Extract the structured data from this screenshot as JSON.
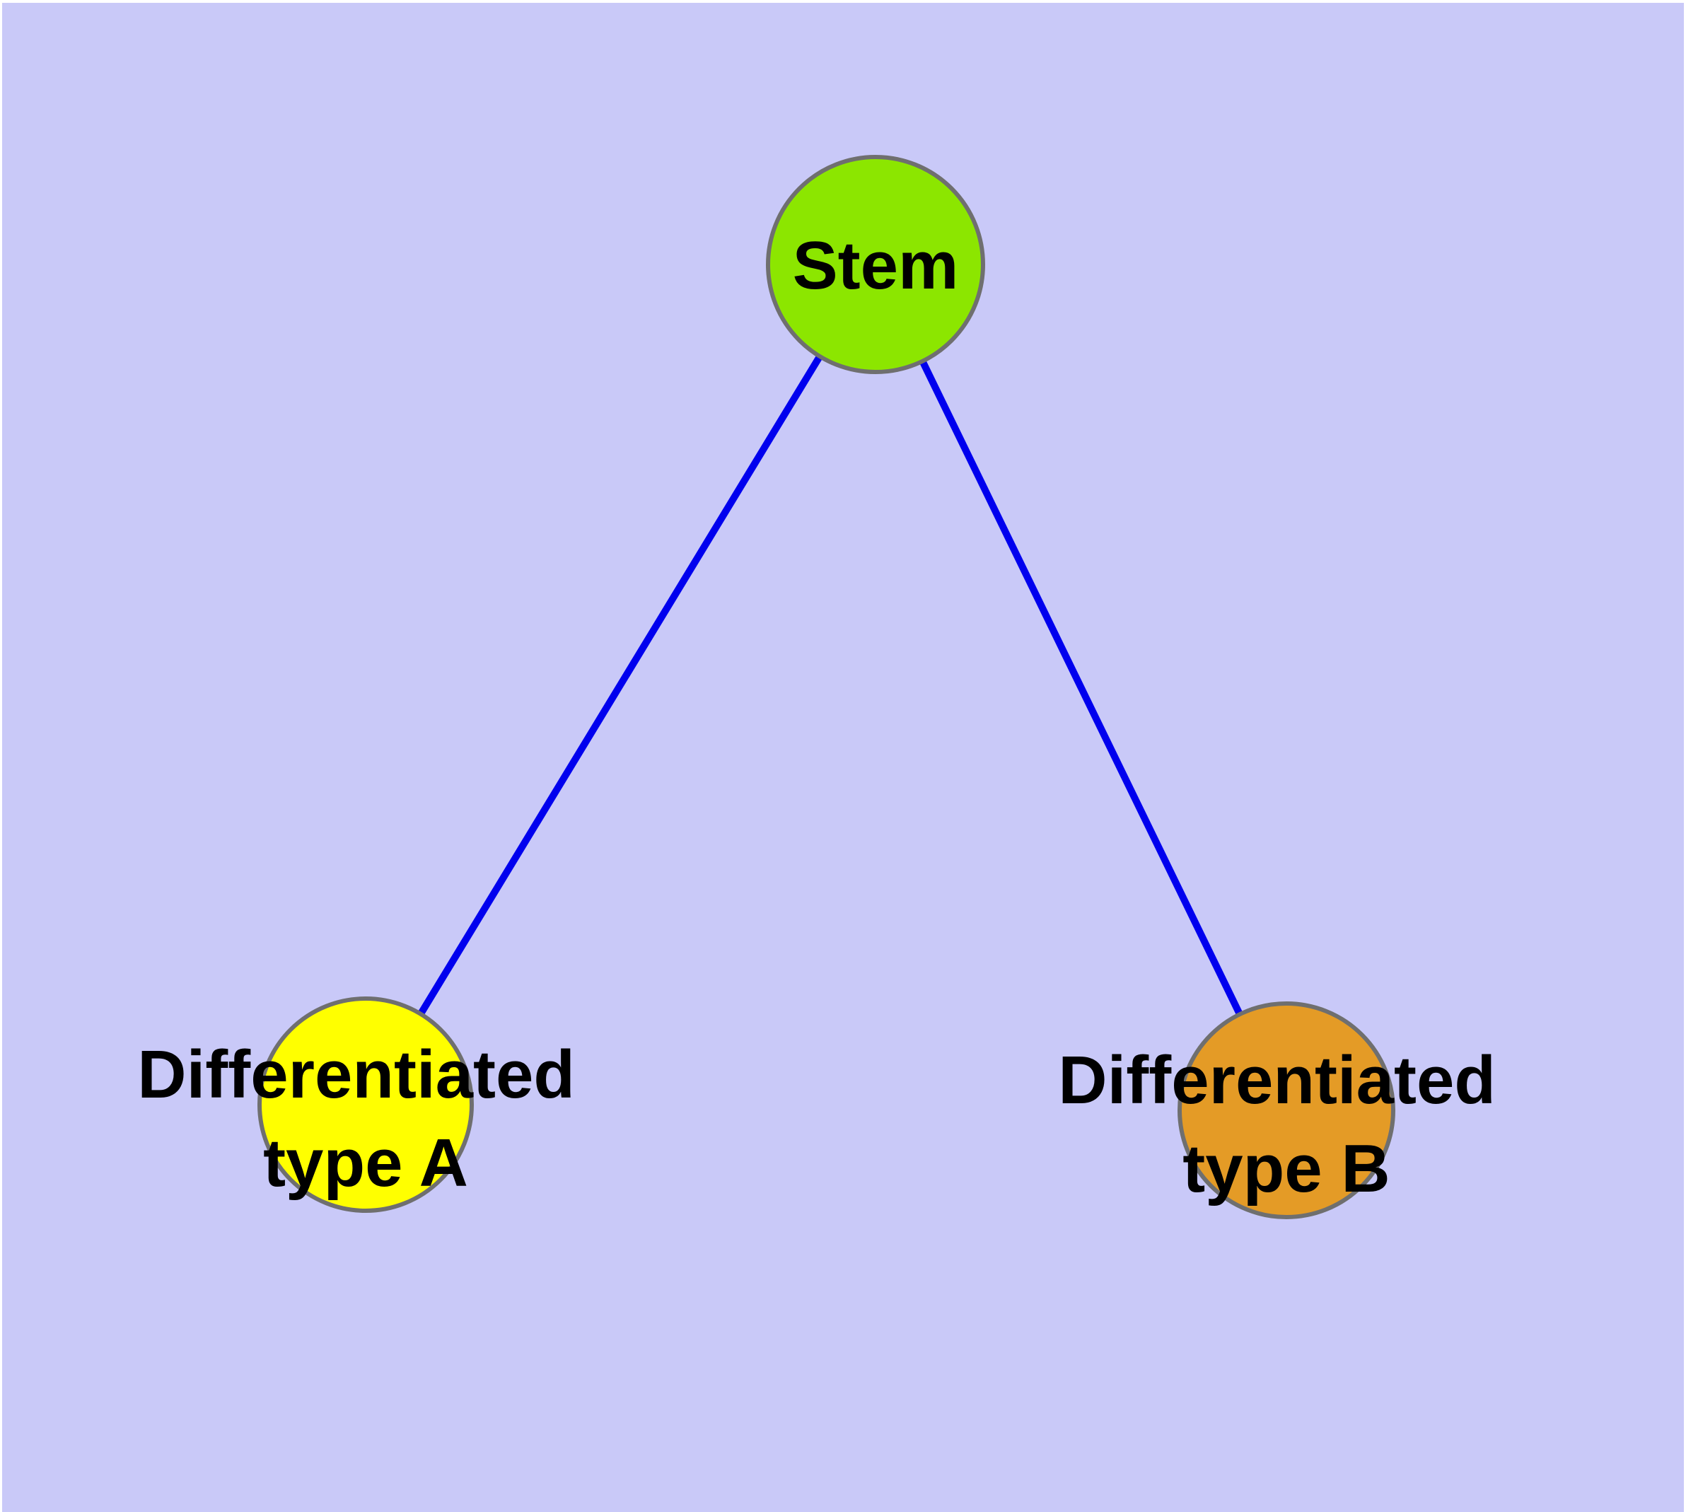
{
  "canvas": {
    "frame_color": "#FFFFFF",
    "background_color": "#C9C9F8"
  },
  "graph": {
    "edge_color": "#0000EE",
    "node_border_color": "#6F6F6F",
    "label_color": "#000000",
    "nodes": [
      {
        "name": "stem",
        "label": "Stem",
        "line1": "Stem",
        "fill": "#8CE600"
      },
      {
        "name": "differentiated-type-a",
        "label": "Differentiated type A",
        "line1": "Differentiated",
        "line2": "type A",
        "fill": "#FFFF00"
      },
      {
        "name": "differentiated-type-b",
        "label": "Differentiated type B",
        "line1": "Differentiated",
        "line2": "type B",
        "fill": "#E49B26"
      }
    ],
    "edges": [
      {
        "from": "Stem",
        "to": "Differentiated type A"
      },
      {
        "from": "Stem",
        "to": "Differentiated type B"
      }
    ]
  }
}
